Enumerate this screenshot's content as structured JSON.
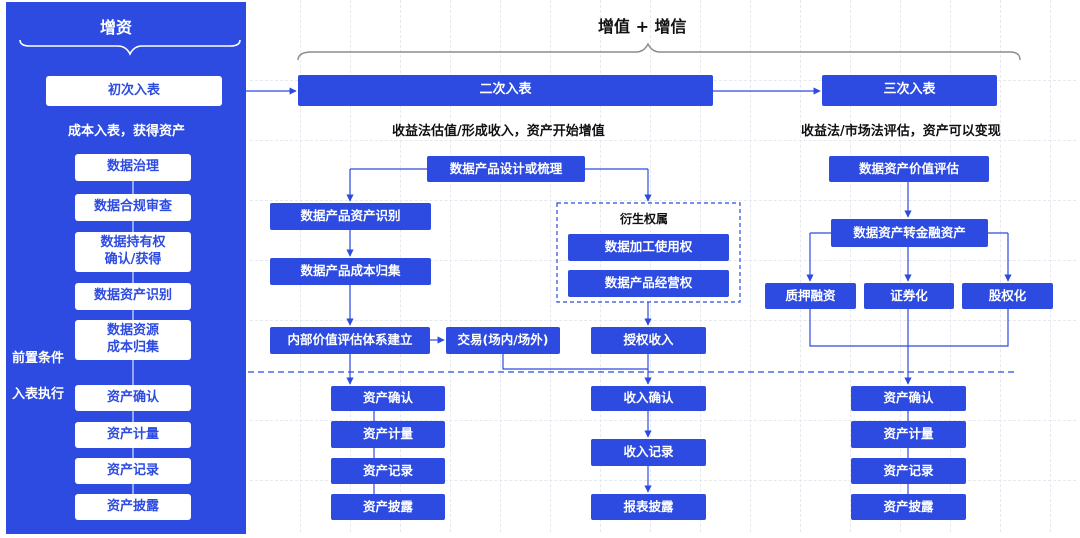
{
  "left": {
    "title": "增资",
    "entry": "初次入表",
    "caption": "成本入表，获得资产",
    "prereq_label": "前置条件",
    "exec_label": "入表执行",
    "steps": [
      "数据治理",
      "数据合规审查",
      "数据持有权\n确认/获得",
      "数据资产识别",
      "数据资源\n成本归集"
    ],
    "exec_steps": [
      "资产确认",
      "资产计量",
      "资产记录",
      "资产披露"
    ]
  },
  "right": {
    "title": "增值 + 增信",
    "second": {
      "header": "二次入表",
      "caption": "收益法估值/形成收入，资产开始增值",
      "design": "数据产品设计或梳理",
      "identify": "数据产品资产识别",
      "cost": "数据产品成本归集",
      "internal": "内部价值评估体系建立",
      "trade": "交易(场内/场外)",
      "derived_title": "衍生权属",
      "derived": [
        "数据加工使用权",
        "数据产品经营权"
      ],
      "license_income": "授权收入",
      "col1_exec": [
        "资产确认",
        "资产计量",
        "资产记录",
        "资产披露"
      ],
      "col2_exec": [
        "收入确认",
        "收入记录",
        "报表披露"
      ]
    },
    "third": {
      "header": "三次入表",
      "caption": "收益法/市场法评估，资产可以变现",
      "eval": "数据资产价值评估",
      "convert": "数据资产转金融资产",
      "options": [
        "质押融资",
        "证券化",
        "股权化"
      ],
      "exec": [
        "资产确认",
        "资产计量",
        "资产记录",
        "资产披露"
      ]
    }
  },
  "colors": {
    "accent": "#2d4be0",
    "line": "#2d4be0"
  }
}
